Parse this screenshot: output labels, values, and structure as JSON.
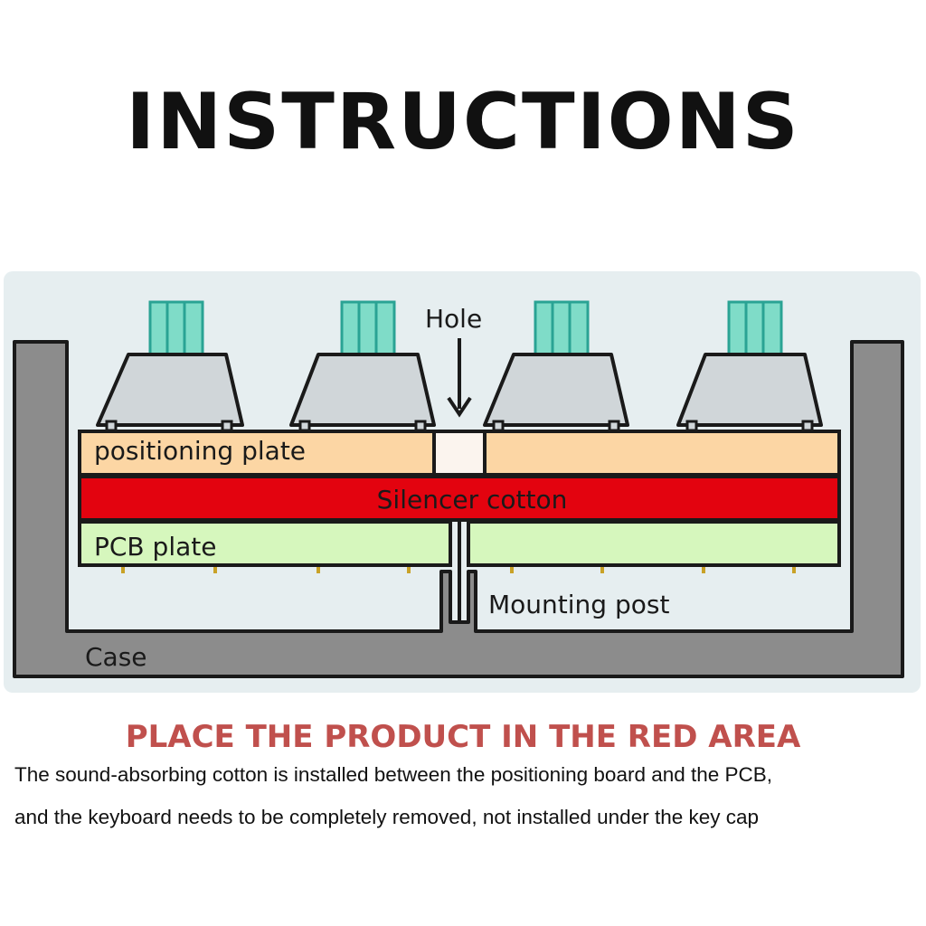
{
  "title": "INSTRUCTIONS",
  "diagram": {
    "hole_label": "Hole",
    "positioning_plate_label": "positioning plate",
    "silencer_label": "Silencer cotton",
    "pcb_label": "PCB plate",
    "mounting_post_label": "Mounting post",
    "case_label": "Case",
    "colors": {
      "background_panel": "#e6eef0",
      "positioning_plate": "#fcd6a4",
      "silencer_cotton": "#e3030f",
      "pcb_plate": "#d6f7bd",
      "case": "#8c8c8c",
      "keycap": "#d0d6d9",
      "switch_stem": "#7fdcc8"
    }
  },
  "sub_heading": "PLACE THE PRODUCT IN THE RED AREA",
  "description": {
    "line1": "The sound-absorbing cotton is installed between the positioning board and the PCB,",
    "line2": "and the keyboard needs to be completely removed, not installed under the key cap"
  }
}
